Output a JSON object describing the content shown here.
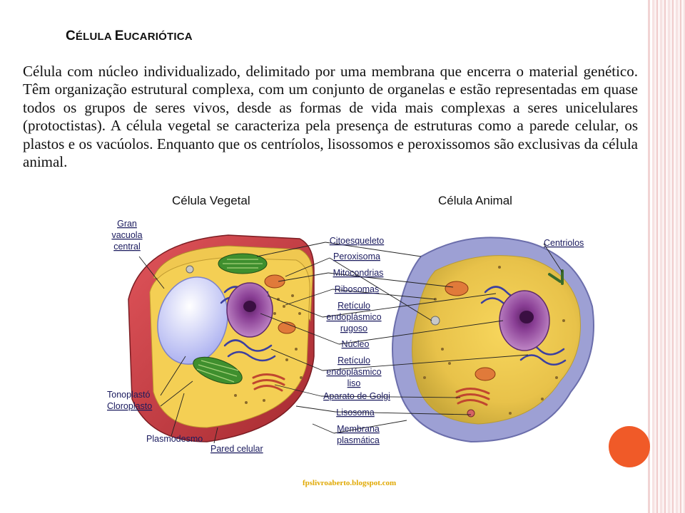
{
  "slide": {
    "title_first": "C",
    "title_rest1": "ÉLULA ",
    "title_second": "E",
    "title_rest2": "UCARIÓTICA",
    "body": "Célula com núcleo individualizado, delimitado por uma membrana que encerra o material genético. Têm organização estrutural complexa, com um conjunto de organelas e estão representadas em quase todos os grupos de seres vivos, desde as formas de vida mais complexas a seres unicelulares (protoctistas). A célula vegetal se caracteriza pela presença de estruturas como a parede celular, os plastos e os vacúolos. Enquanto que os centríolos, lisossomos e peroxissomos  são exclusivas da célula animal."
  },
  "captions": {
    "vegetal": "Célula Vegetal",
    "animal": "Célula Animal"
  },
  "diagram": {
    "labels_left": {
      "gran_vacuola_1": "Gran",
      "gran_vacuola_2": "vacuola",
      "gran_vacuola_3": "central",
      "tonoplasto": "Tonoplastó",
      "cloroplasto": "Cloroplasto",
      "plasmodesmo": "Plasmodesmo",
      "pared": "Pared celular"
    },
    "labels_center": {
      "citoesqueleto": "Citoesqueleto",
      "peroxisoma": "Peroxisoma",
      "mitocondrias": "Mitocondrias",
      "ribosomas": "Ribosomas",
      "reticulo_rugoso_1": "Retículo",
      "reticulo_rugoso_2": "endoplásmico",
      "reticulo_rugoso_3": "rugoso",
      "nucleo": "Núcleo",
      "reticulo_liso_1": "Retículo",
      "reticulo_liso_2": "endoplásmico",
      "reticulo_liso_3": "liso",
      "golgi": "Aparato de Golgi",
      "lisosoma": "Lisosoma",
      "membrana_1": "Membrana",
      "membrana_2": "plasmática"
    },
    "labels_right": {
      "centriolos": "Centriolos"
    }
  },
  "footer": {
    "link": "fpslivroaberto.blogspot.com"
  },
  "colors": {
    "accent_dot": "#f05a28",
    "footer_link": "#e0a800",
    "cell_wall": "#c9363c",
    "cytoplasm": "#f2c84b",
    "nucleus": "#9b4fa6",
    "animal_membrane": "#8e8fc6"
  }
}
